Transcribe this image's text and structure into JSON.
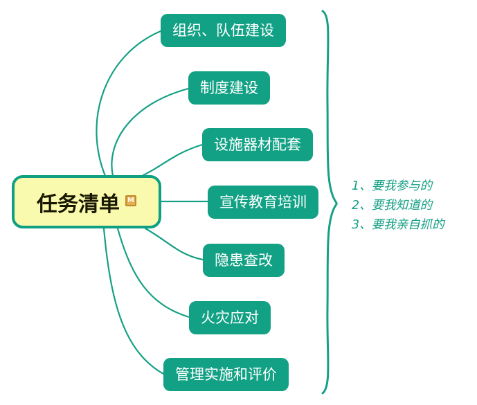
{
  "diagram": {
    "root": {
      "label": "任务清单",
      "badge": "M"
    },
    "branches": [
      {
        "label": "组织、队伍建设"
      },
      {
        "label": "制度建设"
      },
      {
        "label": "设施器材配套"
      },
      {
        "label": "宣传教育培训"
      },
      {
        "label": "隐患查改"
      },
      {
        "label": "火灾应对"
      },
      {
        "label": "管理实施和评价"
      }
    ],
    "annotation": {
      "items": [
        "1、要我参与的",
        "2、要我知道的",
        "3、要我亲自抓的"
      ]
    },
    "colors": {
      "teal": "#16A085",
      "node_fill": "#13A185",
      "root_fill": "#FAFAAE",
      "root_border": "#0FA084",
      "badge_bg": "#E5AE52",
      "badge_border": "#BE8C2F"
    }
  }
}
